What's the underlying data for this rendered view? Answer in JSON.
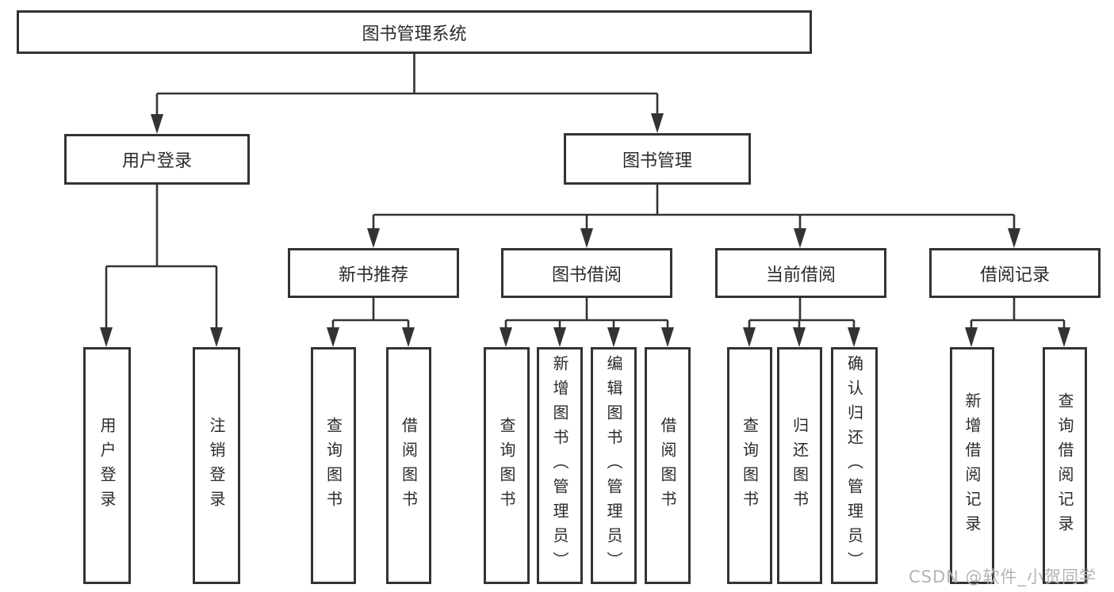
{
  "diagram_type": "hierarchy",
  "root": {
    "label": "图书管理系统"
  },
  "level2": [
    {
      "label": "用户登录"
    },
    {
      "label": "图书管理"
    }
  ],
  "level3": [
    {
      "label": "新书推荐",
      "parent": "图书管理"
    },
    {
      "label": "图书借阅",
      "parent": "图书管理"
    },
    {
      "label": "当前借阅",
      "parent": "图书管理"
    },
    {
      "label": "借阅记录",
      "parent": "图书管理"
    }
  ],
  "leaves": [
    {
      "label": "用户登录",
      "parent": "用户登录"
    },
    {
      "label": "注销登录",
      "parent": "用户登录"
    },
    {
      "label": "查询图书",
      "parent": "新书推荐"
    },
    {
      "label": "借阅图书",
      "parent": "新书推荐"
    },
    {
      "label": "查询图书",
      "parent": "图书借阅"
    },
    {
      "label": "新增图书（管理员）",
      "parent": "图书借阅"
    },
    {
      "label": "编辑图书（管理员）",
      "parent": "图书借阅"
    },
    {
      "label": "借阅图书",
      "parent": "图书借阅"
    },
    {
      "label": "查询图书",
      "parent": "当前借阅"
    },
    {
      "label": "归还图书",
      "parent": "当前借阅"
    },
    {
      "label": "确认归还（管理员）",
      "parent": "当前借阅"
    },
    {
      "label": "新增借阅记录",
      "parent": "借阅记录"
    },
    {
      "label": "查询借阅记录",
      "parent": "借阅记录"
    }
  ],
  "watermark": {
    "text": "CSDN @软件_小贺同学"
  },
  "colors": {
    "line": "#333333",
    "text": "#2b2b2b",
    "watermark": "#b3b3b3",
    "background": "#ffffff"
  }
}
